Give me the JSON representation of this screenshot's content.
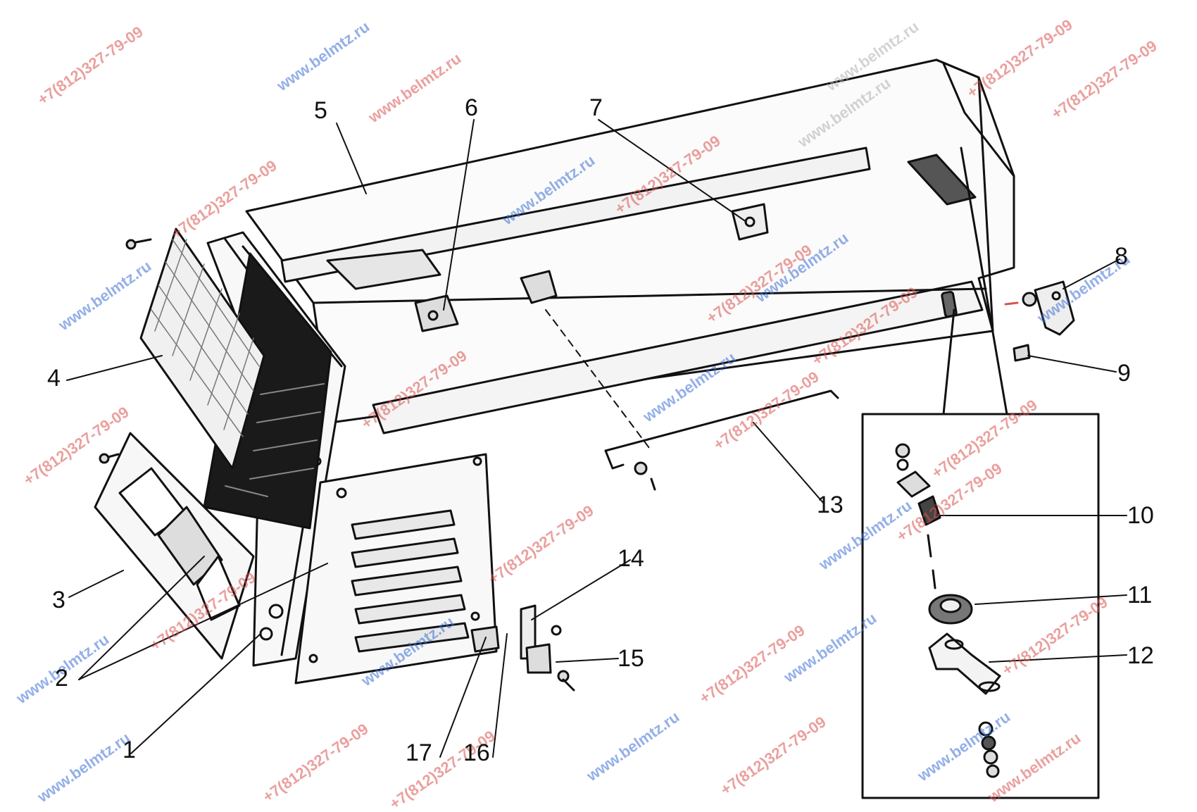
{
  "callouts": [
    {
      "id": "c1",
      "label": "1"
    },
    {
      "id": "c2",
      "label": "2"
    },
    {
      "id": "c3",
      "label": "3"
    },
    {
      "id": "c4",
      "label": "4"
    },
    {
      "id": "c5",
      "label": "5"
    },
    {
      "id": "c6",
      "label": "6"
    },
    {
      "id": "c7",
      "label": "7"
    },
    {
      "id": "c8",
      "label": "8"
    },
    {
      "id": "c9",
      "label": "9"
    },
    {
      "id": "c10",
      "label": "10"
    },
    {
      "id": "c11",
      "label": "11"
    },
    {
      "id": "c12",
      "label": "12"
    },
    {
      "id": "c13",
      "label": "13"
    },
    {
      "id": "c14",
      "label": "14"
    },
    {
      "id": "c15",
      "label": "15"
    },
    {
      "id": "c16",
      "label": "16"
    },
    {
      "id": "c17",
      "label": "17"
    }
  ],
  "watermarks": {
    "site": "www.belmtz.ru",
    "phone": "+7(812)327-79-09",
    "colors": {
      "red": "#d9534f",
      "blue": "#3b6fd6",
      "gray": "#b0b0b0"
    }
  }
}
